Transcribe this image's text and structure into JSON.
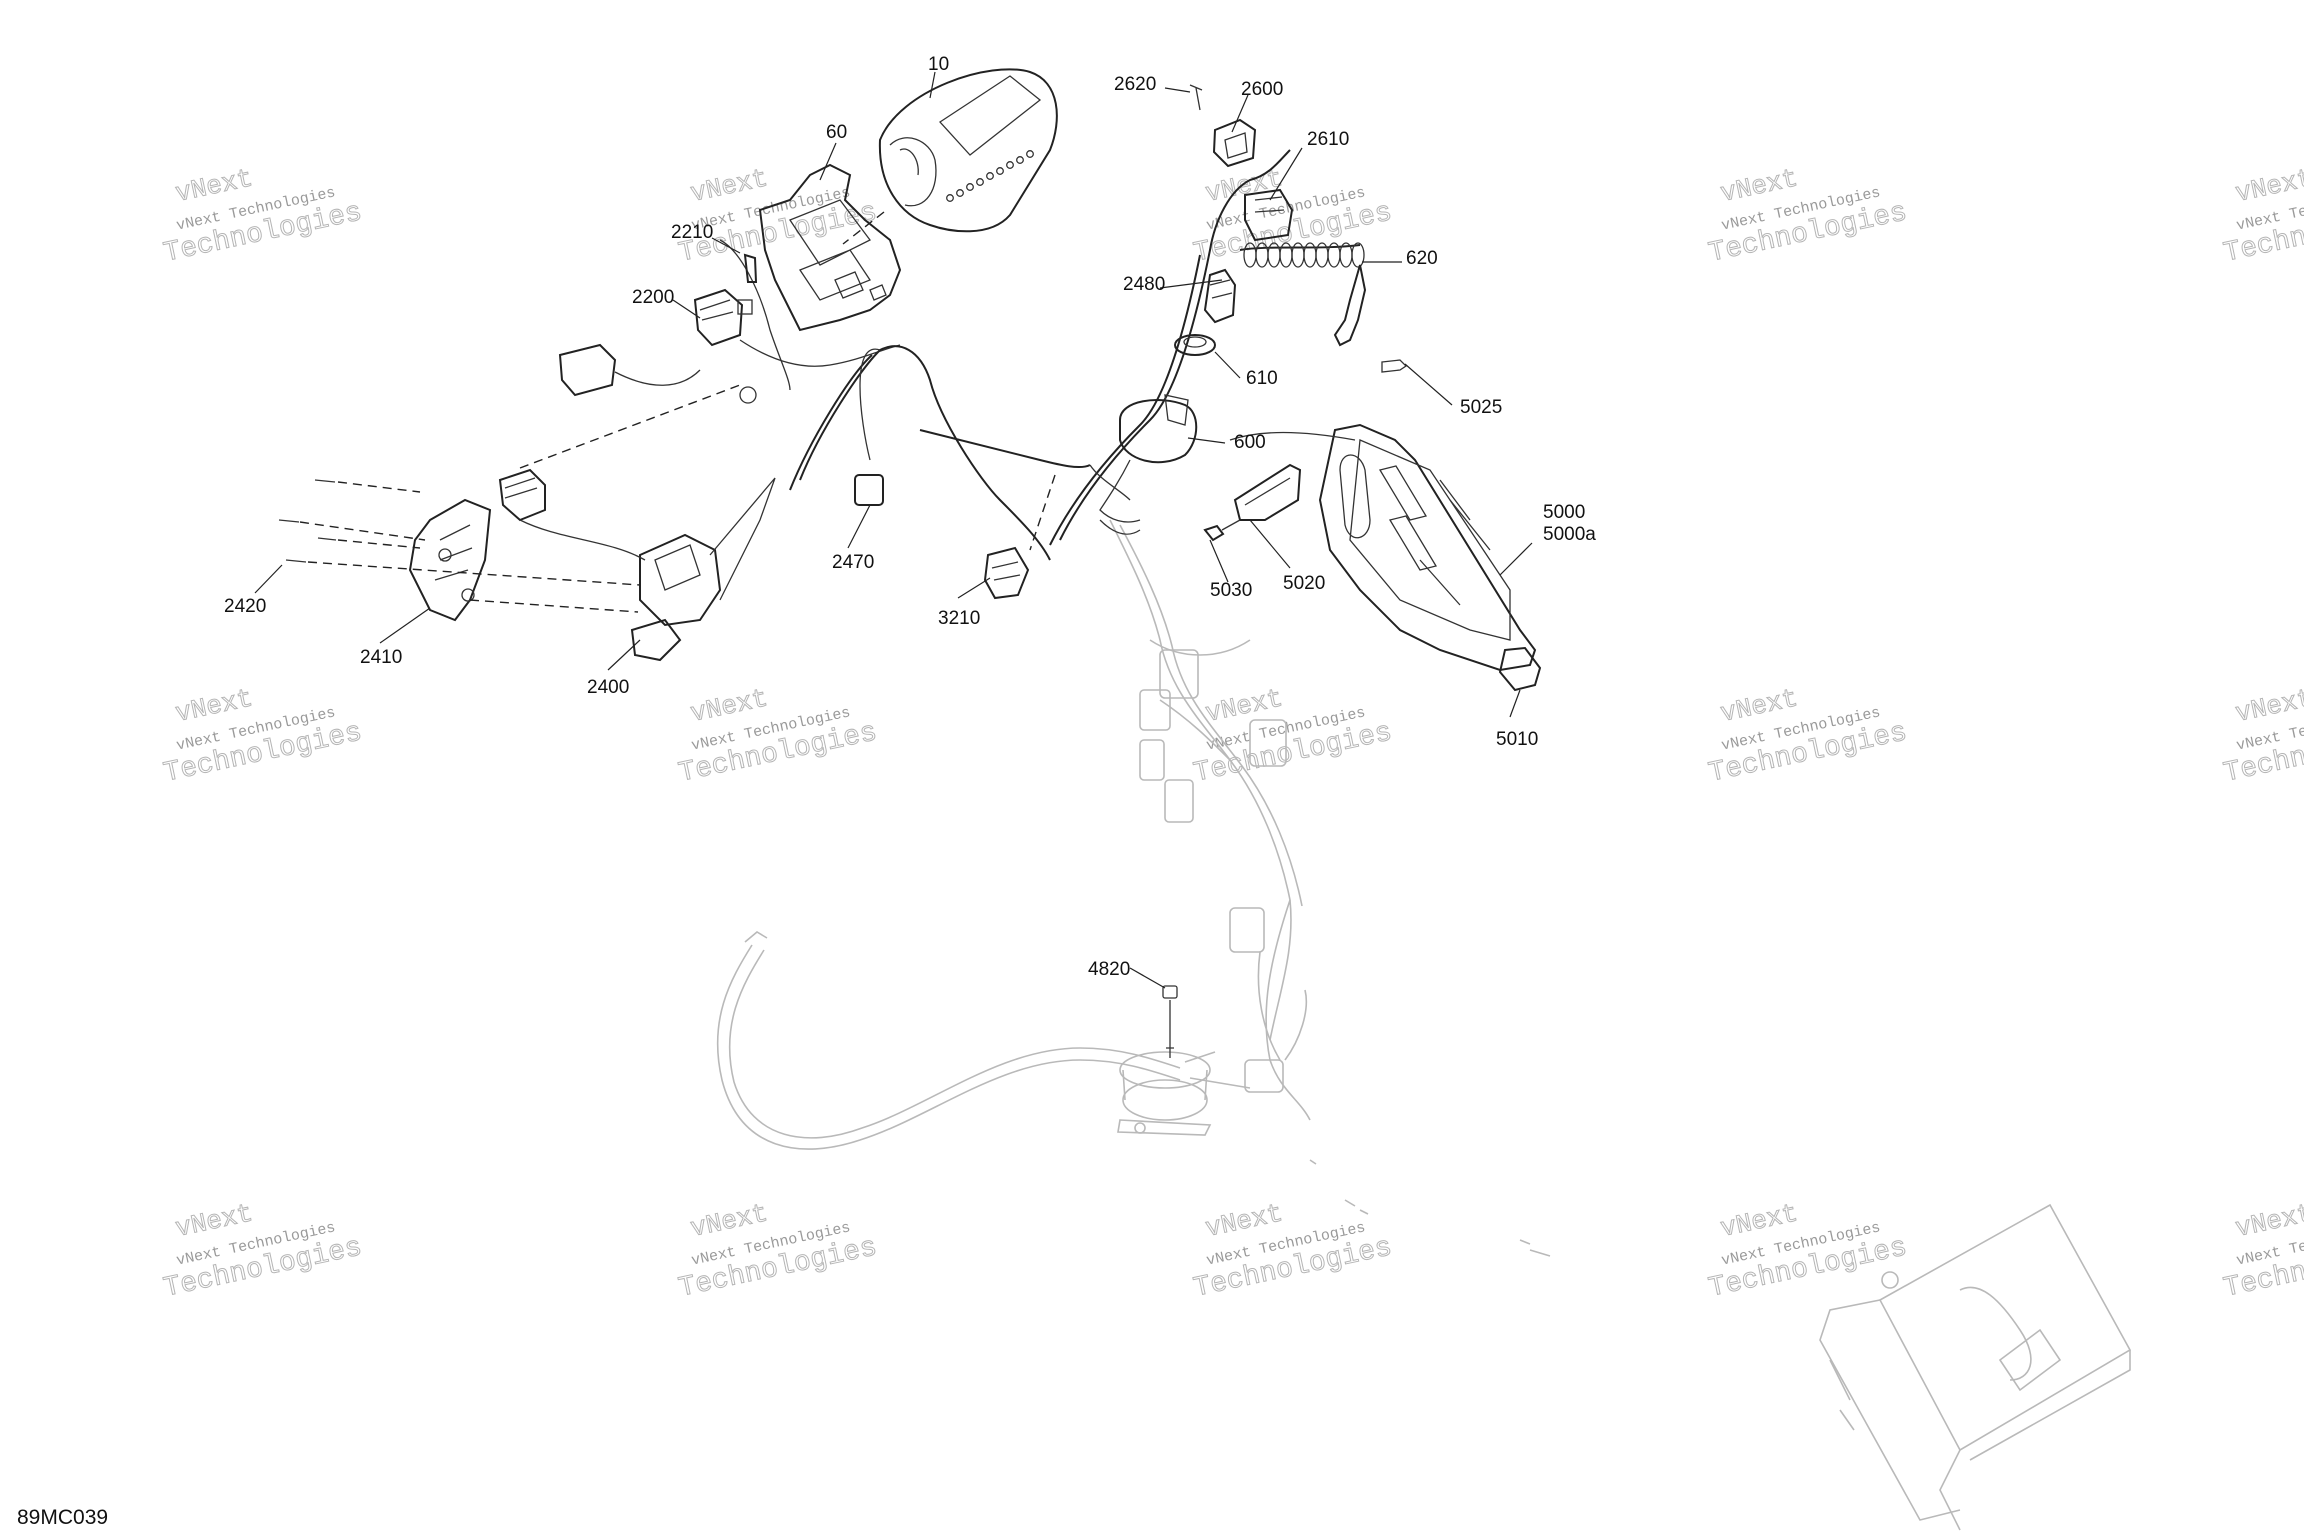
{
  "diagram": {
    "code": "89MC039",
    "watermark": {
      "line1": "vNext",
      "line2": "vNext Technologies",
      "line3": "Technologies"
    },
    "callouts": {
      "p10": "10",
      "p60": "60",
      "p2210": "2210",
      "p2200": "2200",
      "p2620": "2620",
      "p2600": "2600",
      "p2610": "2610",
      "p620": "620",
      "p2480": "2480",
      "p610": "610",
      "p600": "600",
      "p5025": "5025",
      "p5000": "5000",
      "p5000a": "5000a",
      "p5020": "5020",
      "p5030": "5030",
      "p5010": "5010",
      "p2470": "2470",
      "p3210": "3210",
      "p2420": "2420",
      "p2410": "2410",
      "p2400": "2400",
      "p4820": "4820"
    }
  }
}
